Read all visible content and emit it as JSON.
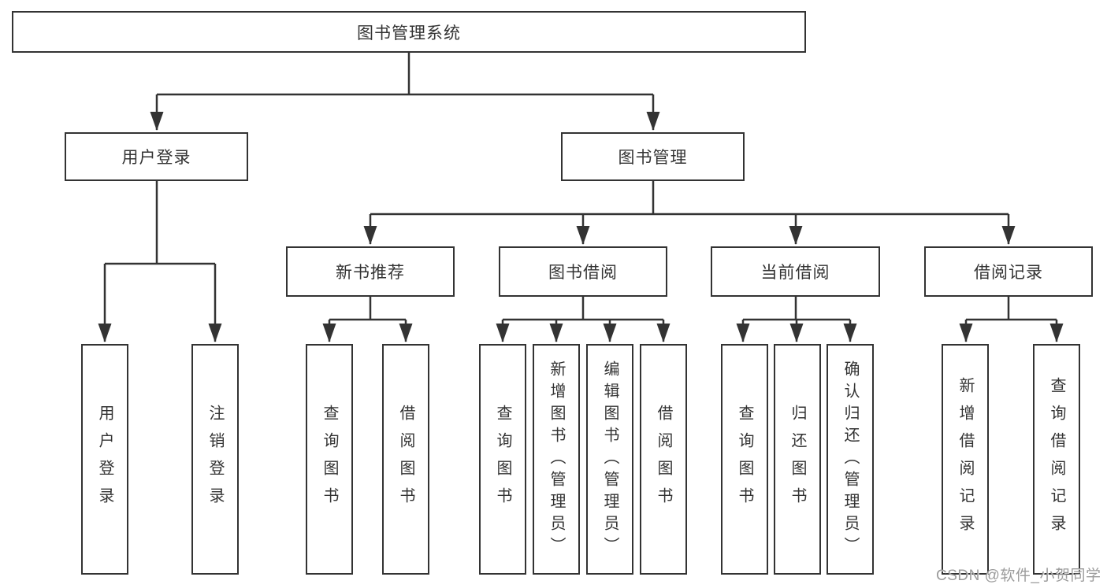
{
  "colors": {
    "line": "#333333",
    "text": "#333333",
    "watermark": "#9b9b9b",
    "bg": "#ffffff"
  },
  "tree": {
    "root": {
      "label": "图书管理系统"
    },
    "level2": {
      "user_login": {
        "label": "用户登录",
        "leaves": [
          {
            "label": "用户登录"
          },
          {
            "label": "注销登录"
          }
        ]
      },
      "book_management": {
        "label": "图书管理",
        "groups": {
          "new_book_recommend": {
            "label": "新书推荐",
            "leaves": [
              {
                "label": "查询图书"
              },
              {
                "label": "借阅图书"
              }
            ]
          },
          "book_borrow": {
            "label": "图书借阅",
            "leaves": [
              {
                "label": "查询图书"
              },
              {
                "label": "新增图书（管理员）"
              },
              {
                "label": "编辑图书（管理员）"
              },
              {
                "label": "借阅图书"
              }
            ]
          },
          "current_borrow": {
            "label": "当前借阅",
            "leaves": [
              {
                "label": "查询图书"
              },
              {
                "label": "归还图书"
              },
              {
                "label": "确认归还（管理员）"
              }
            ]
          },
          "borrow_records": {
            "label": "借阅记录",
            "leaves": [
              {
                "label": "新增借阅记录"
              },
              {
                "label": "查询借阅记录"
              }
            ]
          }
        }
      }
    }
  },
  "watermark": {
    "text": "CSDN @软件_小贺同学"
  }
}
